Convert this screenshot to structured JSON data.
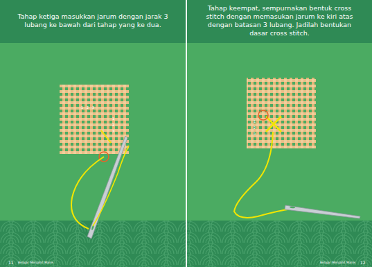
{
  "diagram": {
    "nodes": [
      {
        "text": [
          "Tahap ketiga masukkan jarum dengan jarak 3 lubang ke bawah dari tahap yang ke dua."
        ]
      },
      {
        "text": [
          "Tahap keempat, sempurnakan bentuk cross stitch dengan memasukan jarum ke kiri atas dengan batasan 3 lubang. Jadilah bentukan dasar cross stitch."
        ]
      }
    ],
    "labels": [
      "1",
      "2",
      "3",
      "1",
      "2",
      "3",
      "1",
      "2",
      "3",
      "11",
      "Belajar Menjahit Manis",
      "Belajar Menjahit Manis",
      "12"
    ]
  }
}
